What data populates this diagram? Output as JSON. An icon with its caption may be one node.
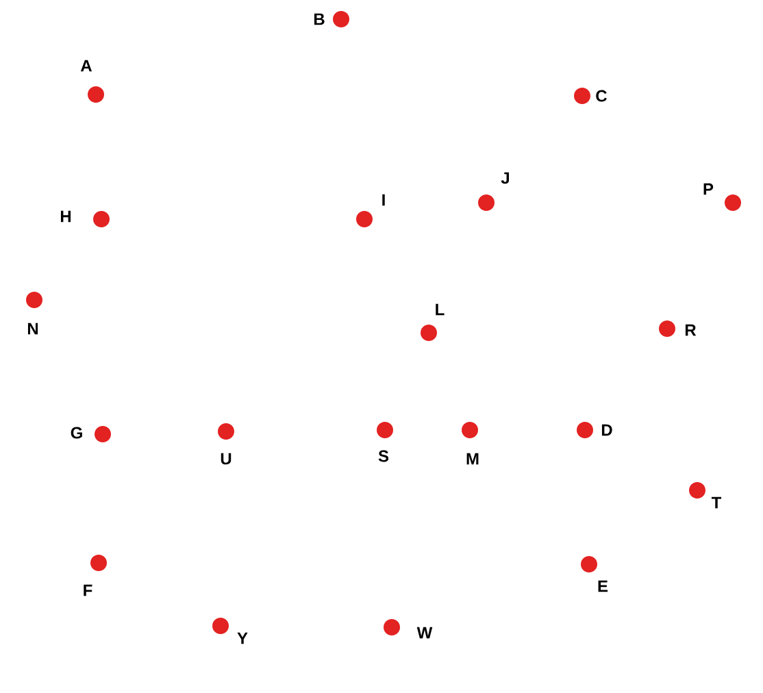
{
  "diagram": {
    "nodes": [
      {
        "text": [],
        "shape": "circle",
        "beside": [
          "B"
        ]
      },
      {
        "text": [],
        "shape": "circle",
        "beside": [
          "A"
        ]
      },
      {
        "text": [],
        "shape": "circle",
        "beside": [
          "C"
        ]
      },
      {
        "text": [],
        "shape": "circle",
        "beside": [
          "J"
        ]
      },
      {
        "text": [],
        "shape": "circle",
        "beside": [
          "P"
        ]
      },
      {
        "text": [],
        "shape": "circle",
        "beside": [
          "H"
        ]
      },
      {
        "text": [],
        "shape": "circle",
        "beside": [
          "I"
        ]
      },
      {
        "text": [],
        "shape": "circle",
        "beside": [
          "N"
        ]
      },
      {
        "text": [],
        "shape": "circle",
        "beside": [
          "R"
        ]
      },
      {
        "text": [],
        "shape": "circle",
        "beside": [
          "L"
        ]
      },
      {
        "text": [],
        "shape": "circle",
        "beside": [
          "U"
        ]
      },
      {
        "text": [],
        "shape": "circle",
        "beside": [
          "S"
        ]
      },
      {
        "text": [],
        "shape": "circle",
        "beside": [
          "M"
        ]
      },
      {
        "text": [],
        "shape": "circle",
        "beside": [
          "D"
        ]
      },
      {
        "text": [],
        "shape": "circle",
        "beside": [
          "G"
        ]
      },
      {
        "text": [],
        "shape": "circle",
        "beside": [
          "T"
        ]
      },
      {
        "text": [],
        "shape": "circle",
        "beside": [
          "F"
        ]
      },
      {
        "text": [],
        "shape": "circle",
        "beside": [
          "E"
        ]
      },
      {
        "text": [],
        "shape": "circle",
        "beside": [
          "Y"
        ]
      },
      {
        "text": [],
        "shape": "circle",
        "beside": [
          "W"
        ]
      }
    ]
  }
}
